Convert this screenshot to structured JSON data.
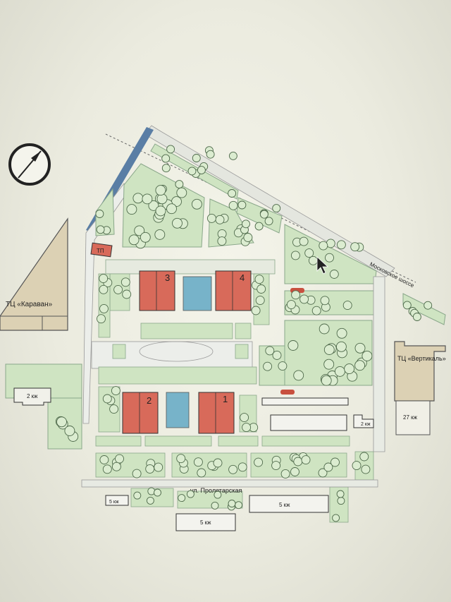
{
  "map": {
    "labels": {
      "mall_west": "ТЦ «Караван»",
      "mall_east": "ТЦ «Вертикаль»",
      "highway": "Московское шоссе",
      "street": "ул. Пролетарская",
      "substation": "ТП"
    },
    "buildings": {
      "b1": "1",
      "b2": "2",
      "b3": "3",
      "b4": "4"
    },
    "existing": {
      "w_2k": "2 кж",
      "e_2k": "2 кж",
      "e_27k": "27 кж",
      "s_5k_a": "5 кж",
      "s_5k_b": "5 кж",
      "s_5k_c": "5 кж"
    },
    "colors": {
      "green_zone": "#cfe4c2",
      "tree": "#dbecd0",
      "tree_stroke": "#4f6a4b",
      "residential": "#d86a5a",
      "pool": "#77b3c9",
      "mall": "#dcd1b4",
      "road": "#e9ebe4"
    }
  }
}
